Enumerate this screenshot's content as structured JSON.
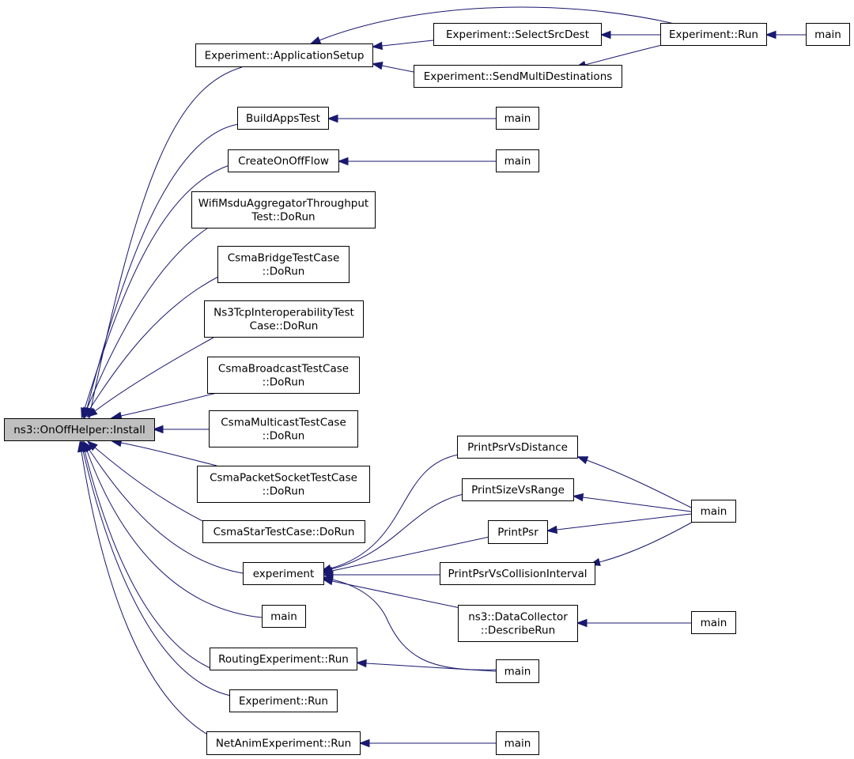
{
  "diagram": {
    "colors": {
      "edge": "#191970",
      "root_fill": "#bfbfbf",
      "node_fill": "#ffffff",
      "border": "#000000"
    },
    "nodes": [
      {
        "id": "install",
        "lines": [
          "ns3::OnOffHelper::Install"
        ],
        "root": true
      },
      {
        "id": "appsetup",
        "lines": [
          "Experiment::ApplicationSetup"
        ]
      },
      {
        "id": "selectsrc",
        "lines": [
          "Experiment::SelectSrcDest"
        ]
      },
      {
        "id": "exprun1",
        "lines": [
          "Experiment::Run"
        ]
      },
      {
        "id": "main_top",
        "lines": [
          "main"
        ]
      },
      {
        "id": "sendmulti",
        "lines": [
          "Experiment::SendMultiDestinations"
        ]
      },
      {
        "id": "buildapps",
        "lines": [
          "BuildAppsTest"
        ]
      },
      {
        "id": "main_build",
        "lines": [
          "main"
        ]
      },
      {
        "id": "createonoff",
        "lines": [
          "CreateOnOffFlow"
        ]
      },
      {
        "id": "main_create",
        "lines": [
          "main"
        ]
      },
      {
        "id": "wifimsdu",
        "lines": [
          "WifiMsduAggregatorThroughput",
          "Test::DoRun"
        ]
      },
      {
        "id": "csmabridge",
        "lines": [
          "CsmaBridgeTestCase",
          "::DoRun"
        ]
      },
      {
        "id": "ns3tcp",
        "lines": [
          "Ns3TcpInteroperabilityTest",
          "Case::DoRun"
        ]
      },
      {
        "id": "csmabroad",
        "lines": [
          "CsmaBroadcastTestCase",
          "::DoRun"
        ]
      },
      {
        "id": "csmamulti",
        "lines": [
          "CsmaMulticastTestCase",
          "::DoRun"
        ]
      },
      {
        "id": "csmapacket",
        "lines": [
          "CsmaPacketSocketTestCase",
          "::DoRun"
        ]
      },
      {
        "id": "csmastar",
        "lines": [
          "CsmaStarTestCase::DoRun"
        ]
      },
      {
        "id": "experiment",
        "lines": [
          "experiment"
        ]
      },
      {
        "id": "main_plain",
        "lines": [
          "main"
        ]
      },
      {
        "id": "routingexp",
        "lines": [
          "RoutingExperiment::Run"
        ]
      },
      {
        "id": "exprun2",
        "lines": [
          "Experiment::Run"
        ]
      },
      {
        "id": "netanim",
        "lines": [
          "NetAnimExperiment::Run"
        ]
      },
      {
        "id": "main_netanim",
        "lines": [
          "main"
        ]
      },
      {
        "id": "printdist",
        "lines": [
          "PrintPsrVsDistance"
        ]
      },
      {
        "id": "printsize",
        "lines": [
          "PrintSizeVsRange"
        ]
      },
      {
        "id": "printpsr",
        "lines": [
          "PrintPsr"
        ]
      },
      {
        "id": "printcoll",
        "lines": [
          "PrintPsrVsCollisionInterval"
        ]
      },
      {
        "id": "datacollector",
        "lines": [
          "ns3::DataCollector",
          "::DescribeRun"
        ]
      },
      {
        "id": "main_psr",
        "lines": [
          "main"
        ]
      },
      {
        "id": "main_dc",
        "lines": [
          "main"
        ]
      },
      {
        "id": "main_routing",
        "lines": [
          "main"
        ]
      }
    ],
    "edges": [
      {
        "from": "appsetup",
        "to": "install"
      },
      {
        "from": "buildapps",
        "to": "install"
      },
      {
        "from": "createonoff",
        "to": "install"
      },
      {
        "from": "wifimsdu",
        "to": "install"
      },
      {
        "from": "csmabridge",
        "to": "install"
      },
      {
        "from": "ns3tcp",
        "to": "install"
      },
      {
        "from": "csmabroad",
        "to": "install"
      },
      {
        "from": "csmamulti",
        "to": "install"
      },
      {
        "from": "csmapacket",
        "to": "install"
      },
      {
        "from": "csmastar",
        "to": "install"
      },
      {
        "from": "experiment",
        "to": "install"
      },
      {
        "from": "main_plain",
        "to": "install"
      },
      {
        "from": "routingexp",
        "to": "install"
      },
      {
        "from": "exprun2",
        "to": "install"
      },
      {
        "from": "netanim",
        "to": "install"
      },
      {
        "from": "selectsrc",
        "to": "appsetup"
      },
      {
        "from": "exprun1",
        "to": "appsetup"
      },
      {
        "from": "sendmulti",
        "to": "appsetup"
      },
      {
        "from": "exprun1",
        "to": "selectsrc"
      },
      {
        "from": "exprun1",
        "to": "sendmulti"
      },
      {
        "from": "main_top",
        "to": "exprun1"
      },
      {
        "from": "main_build",
        "to": "buildapps"
      },
      {
        "from": "main_create",
        "to": "createonoff"
      },
      {
        "from": "printdist",
        "to": "experiment"
      },
      {
        "from": "printsize",
        "to": "experiment"
      },
      {
        "from": "printpsr",
        "to": "experiment"
      },
      {
        "from": "printcoll",
        "to": "experiment"
      },
      {
        "from": "datacollector",
        "to": "experiment"
      },
      {
        "from": "main_routing",
        "to": "experiment"
      },
      {
        "from": "main_psr",
        "to": "printdist"
      },
      {
        "from": "main_psr",
        "to": "printsize"
      },
      {
        "from": "main_psr",
        "to": "printpsr"
      },
      {
        "from": "main_psr",
        "to": "printcoll"
      },
      {
        "from": "main_dc",
        "to": "datacollector"
      },
      {
        "from": "main_routing",
        "to": "routingexp"
      },
      {
        "from": "main_netanim",
        "to": "netanim"
      }
    ]
  }
}
